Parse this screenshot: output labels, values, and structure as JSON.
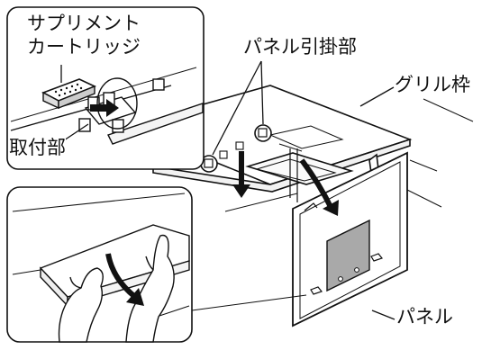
{
  "labels": {
    "supplement_cartridge_line1": "サプリメント",
    "supplement_cartridge_line2": "カートリッジ",
    "mount_part": "取付部",
    "panel_hook_part": "パネル引掛部",
    "grill_frame": "グリル枠",
    "panel": "パネル"
  }
}
